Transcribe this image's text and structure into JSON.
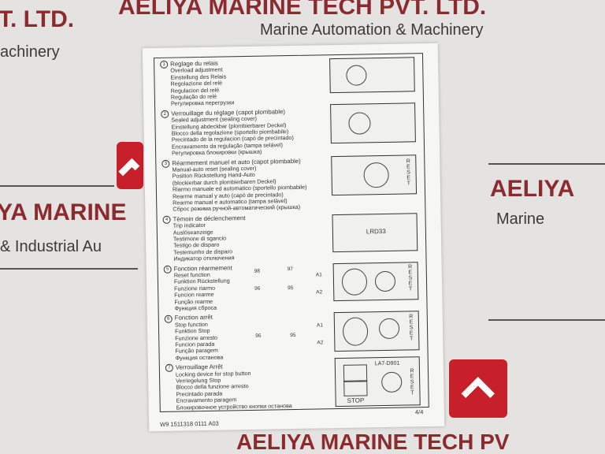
{
  "watermark": {
    "brand": "AELIYA MARINE TECH PVT. LTD.",
    "brand_top_left": "T. LTD.",
    "tagline_top_left": "achinery",
    "tagline_top": "Marine Automation & Machinery",
    "brand_mid_left": "YA MARINE",
    "tagline_mid_left": "& Industrial Au",
    "brand_right": "AELIYA",
    "tagline_right": "Marine",
    "brand_bottom": "AELIYA MARINE TECH PV",
    "logo_color": "#c8202a",
    "text_color": "#8b2b2f"
  },
  "document": {
    "sections": [
      {
        "num": "1",
        "lines": [
          "Reglage du relais",
          "Overload adjustment",
          "Einstellung des Relais",
          "Regolazione del relè",
          "Regulacion del relé",
          "Regulação do relé",
          "Регулировка перегрузки"
        ]
      },
      {
        "num": "2",
        "lines": [
          "Verrouillage du réglage (capot plombable)",
          "Sealed adjustment (sealing cover)",
          "Einstellung abdeckbar (plombierbarer Deckel)",
          "Blocco della regolazione (sportello piombabile)",
          "Precintado de la regulacion (capó de precintado)",
          "Encravamento da regulação (tampa selável)",
          "Регулировка блокировки (крышка)"
        ]
      },
      {
        "num": "3",
        "lines": [
          "Réarmement manuel et auto (capot plombable)",
          "Manual-auto reset (sealing cover)",
          "Position Rückstellung Hand-Auto",
          "(blockierbar durch plombierbaren Deckel)",
          "Riarmo manuale ed automatico (sportello piombabile)",
          "Rearme manual y auto (capó de precintado)",
          "Rearme manual e automatico (tampa selável)",
          "Сброс режима ручной-автоматический (крышка)"
        ]
      },
      {
        "num": "4",
        "lines": [
          "Témoin de déclenchement",
          "Trip indicator",
          "Auslöseanzeige",
          "Testimone di sgancio",
          "Testigo de disparo",
          "Testemunho de disparo",
          "Индикатор отключения"
        ]
      },
      {
        "num": "5",
        "lines": [
          "Fonction réarmement",
          "Reset function",
          "Funktion Rückstellung",
          "Funzione riarmo",
          "Funcion rearme",
          "Função rearme",
          "Функция сброса"
        ]
      },
      {
        "num": "6",
        "lines": [
          "Fonction arrêt",
          "Stop function",
          "Funktion Stop",
          "Funzione arresto",
          "Funcion parada",
          "Função paragem",
          "Функция останова"
        ]
      },
      {
        "num": "7",
        "lines": [
          "Verrouillage Arrêt",
          "Locking device for stop button",
          "Verriegelung Stop",
          "Blocco della funzione arresto",
          "Precintado parada",
          "Encravamento paragem",
          "Блокировочное устройство кнопки останова"
        ]
      }
    ],
    "figures": {
      "trip_label": "LRD33",
      "lock_label": "LA7-D901",
      "stop_label": "STOP",
      "reset_label": "RESET",
      "a1": "A1",
      "a2": "A2",
      "t98": "98",
      "t97": "97",
      "t96": "96",
      "t95": "95"
    },
    "page": "4/4",
    "doc_code": "W9 1511318 0111 A03"
  }
}
